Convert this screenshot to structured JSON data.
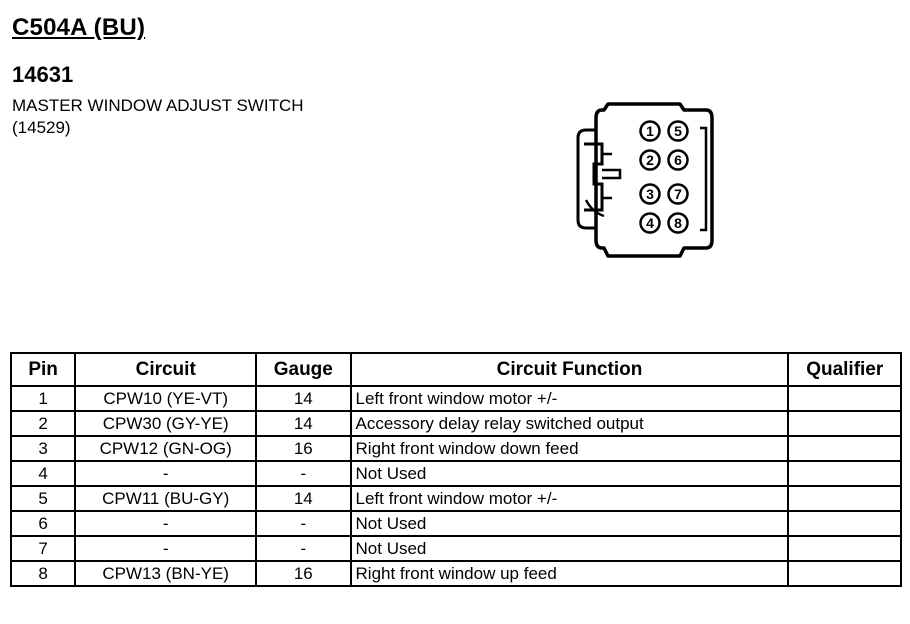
{
  "header": {
    "connector_id": "C504A (BU)",
    "part_number": "14631",
    "description": "MASTER WINDOW ADJUST SWITCH",
    "sub_part": "(14529)"
  },
  "connector_diagram": {
    "pins": [
      "1",
      "2",
      "3",
      "4",
      "5",
      "6",
      "7",
      "8"
    ]
  },
  "table": {
    "headers": {
      "pin": "Pin",
      "circuit": "Circuit",
      "gauge": "Gauge",
      "function": "Circuit Function",
      "qualifier": "Qualifier"
    },
    "rows": [
      {
        "pin": "1",
        "circuit": "CPW10 (YE-VT)",
        "gauge": "14",
        "function": "Left front window motor +/-",
        "qualifier": ""
      },
      {
        "pin": "2",
        "circuit": "CPW30 (GY-YE)",
        "gauge": "14",
        "function": "Accessory delay relay switched output",
        "qualifier": ""
      },
      {
        "pin": "3",
        "circuit": "CPW12 (GN-OG)",
        "gauge": "16",
        "function": "Right front window down feed",
        "qualifier": ""
      },
      {
        "pin": "4",
        "circuit": "-",
        "gauge": "-",
        "function": "Not Used",
        "qualifier": ""
      },
      {
        "pin": "5",
        "circuit": "CPW11 (BU-GY)",
        "gauge": "14",
        "function": "Left front window motor +/-",
        "qualifier": ""
      },
      {
        "pin": "6",
        "circuit": "-",
        "gauge": "-",
        "function": "Not Used",
        "qualifier": ""
      },
      {
        "pin": "7",
        "circuit": "-",
        "gauge": "-",
        "function": "Not Used",
        "qualifier": ""
      },
      {
        "pin": "8",
        "circuit": "CPW13 (BN-YE)",
        "gauge": "16",
        "function": "Right front window up feed",
        "qualifier": ""
      }
    ]
  }
}
